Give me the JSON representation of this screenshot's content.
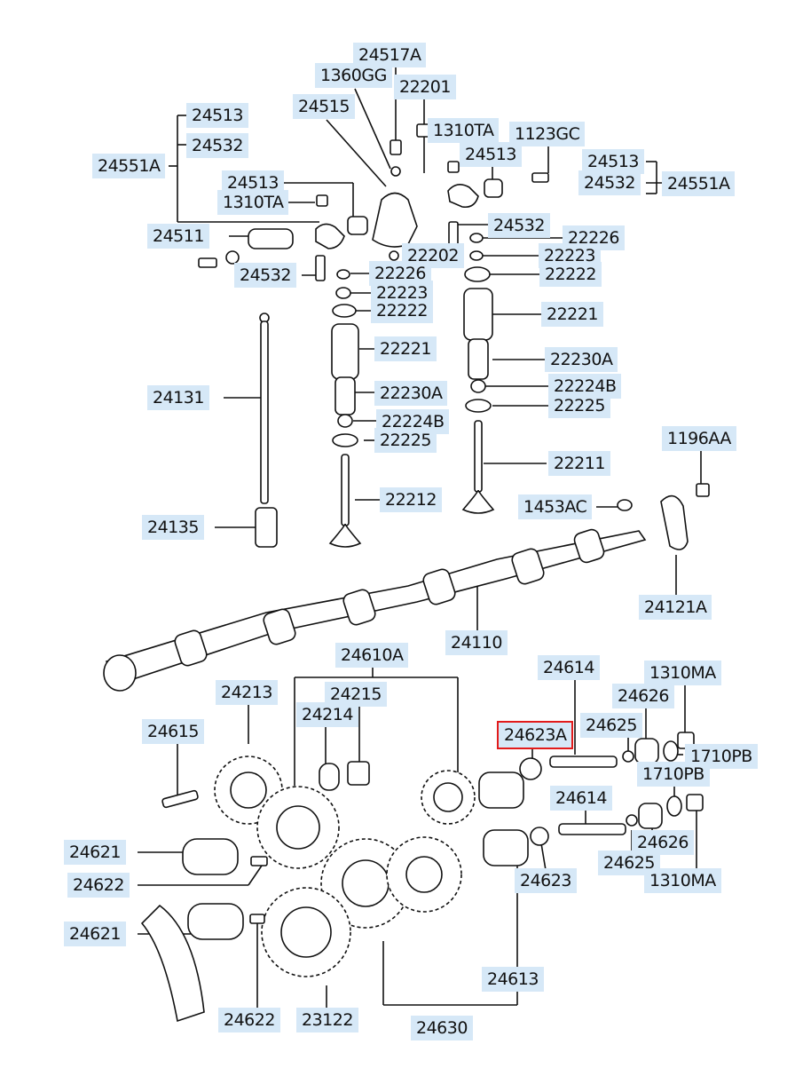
{
  "diagram": {
    "highlight_color": "#e21b1b",
    "label_background": "#d6e8f7",
    "labels": [
      {
        "id": "l01",
        "text": "24517A"
      },
      {
        "id": "l02",
        "text": "1360GG"
      },
      {
        "id": "l03",
        "text": "22201"
      },
      {
        "id": "l04",
        "text": "24515"
      },
      {
        "id": "l05",
        "text": "24513"
      },
      {
        "id": "l06",
        "text": "1310TA"
      },
      {
        "id": "l07",
        "text": "24532"
      },
      {
        "id": "l08",
        "text": "1123GC"
      },
      {
        "id": "l09",
        "text": "24551A"
      },
      {
        "id": "l10",
        "text": "24513"
      },
      {
        "id": "l11",
        "text": "24513"
      },
      {
        "id": "l12",
        "text": "24532"
      },
      {
        "id": "l13",
        "text": "24551A"
      },
      {
        "id": "l14",
        "text": "24513"
      },
      {
        "id": "l15",
        "text": "1310TA"
      },
      {
        "id": "l16",
        "text": "24532"
      },
      {
        "id": "l17",
        "text": "22226"
      },
      {
        "id": "l18",
        "text": "24511"
      },
      {
        "id": "l19",
        "text": "22202"
      },
      {
        "id": "l20",
        "text": "22223"
      },
      {
        "id": "l21",
        "text": "24532"
      },
      {
        "id": "l22",
        "text": "22226"
      },
      {
        "id": "l23",
        "text": "22222"
      },
      {
        "id": "l24",
        "text": "22223"
      },
      {
        "id": "l25",
        "text": "22222"
      },
      {
        "id": "l26",
        "text": "22221"
      },
      {
        "id": "l27",
        "text": "22221"
      },
      {
        "id": "l28",
        "text": "22230A"
      },
      {
        "id": "l29",
        "text": "24131"
      },
      {
        "id": "l30",
        "text": "22230A"
      },
      {
        "id": "l31",
        "text": "22224B"
      },
      {
        "id": "l32",
        "text": "22225"
      },
      {
        "id": "l33",
        "text": "22224B"
      },
      {
        "id": "l34",
        "text": "22225"
      },
      {
        "id": "l35",
        "text": "1196AA"
      },
      {
        "id": "l36",
        "text": "22211"
      },
      {
        "id": "l37",
        "text": "22212"
      },
      {
        "id": "l38",
        "text": "1453AC"
      },
      {
        "id": "l39",
        "text": "24135"
      },
      {
        "id": "l40",
        "text": "24121A"
      },
      {
        "id": "l41",
        "text": "24110"
      },
      {
        "id": "l42",
        "text": "24610A"
      },
      {
        "id": "l43",
        "text": "24614"
      },
      {
        "id": "l44",
        "text": "1310MA"
      },
      {
        "id": "l45",
        "text": "24213"
      },
      {
        "id": "l46",
        "text": "24215"
      },
      {
        "id": "l47",
        "text": "24626"
      },
      {
        "id": "l48",
        "text": "24214"
      },
      {
        "id": "l49",
        "text": "24625"
      },
      {
        "id": "l50",
        "text": "24615"
      },
      {
        "id": "l51",
        "text": "24623A",
        "highlight": true
      },
      {
        "id": "l52",
        "text": "1710PB"
      },
      {
        "id": "l53",
        "text": "1710PB"
      },
      {
        "id": "l54",
        "text": "24614"
      },
      {
        "id": "l55",
        "text": "24621"
      },
      {
        "id": "l56",
        "text": "24626"
      },
      {
        "id": "l57",
        "text": "24622"
      },
      {
        "id": "l58",
        "text": "24625"
      },
      {
        "id": "l59",
        "text": "24623"
      },
      {
        "id": "l60",
        "text": "1310MA"
      },
      {
        "id": "l61",
        "text": "24621"
      },
      {
        "id": "l62",
        "text": "24613"
      },
      {
        "id": "l63",
        "text": "24622"
      },
      {
        "id": "l64",
        "text": "23122"
      },
      {
        "id": "l65",
        "text": "24630"
      }
    ]
  }
}
